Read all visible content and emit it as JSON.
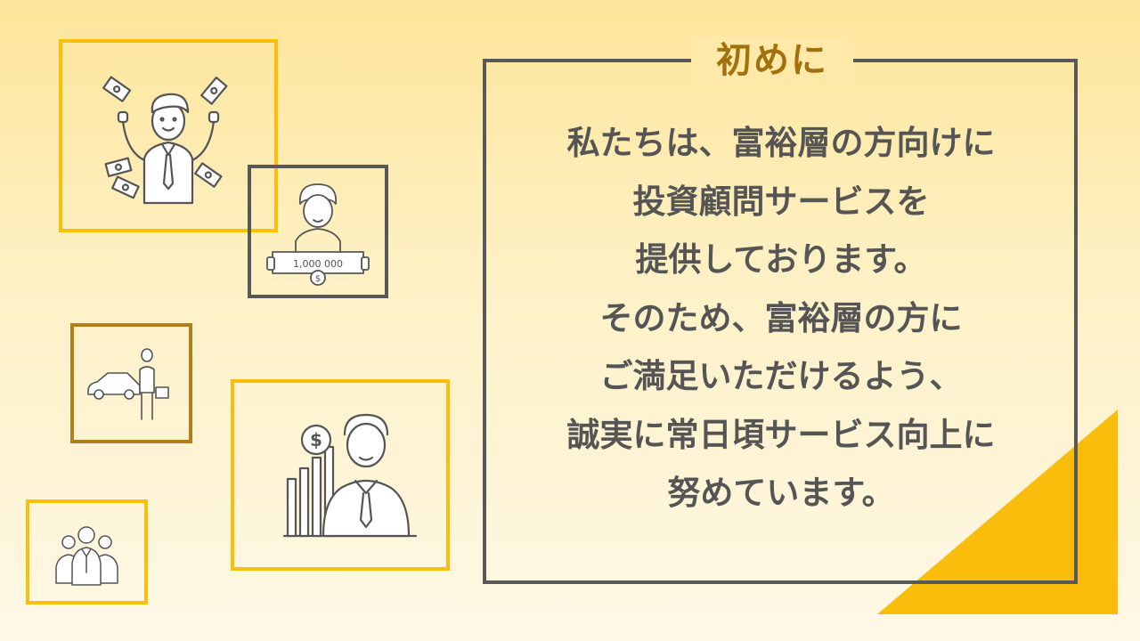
{
  "heading": "初めに",
  "body_lines": [
    "私たちは、富裕層の方向けに",
    "投資顧問サービスを",
    "提供しております。",
    "そのため、富裕層の方に",
    "ご満足いただけるよう、",
    "誠実に常日頃サービス向上に",
    "努めています。"
  ],
  "illustrations": {
    "check_amount": "1,000 000",
    "dollar_symbol": "$"
  },
  "colors": {
    "accent_yellow": "#f9bf0b",
    "dark_gray": "#585858",
    "heading_brown": "#a2710d",
    "frame_brown": "#b07f1c"
  }
}
